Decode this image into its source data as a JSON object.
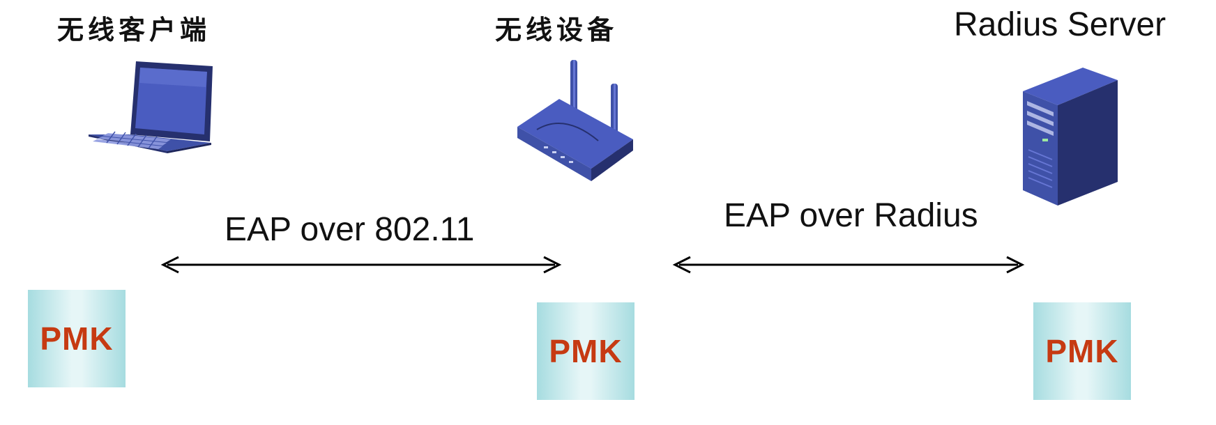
{
  "nodes": [
    {
      "id": "client",
      "label": "无线客户端",
      "icon": "laptop-icon"
    },
    {
      "id": "device",
      "label": "无线设备",
      "icon": "router-icon"
    },
    {
      "id": "server",
      "label": "Radius Server",
      "icon": "server-icon"
    }
  ],
  "links": [
    {
      "label": "EAP over 802.11"
    },
    {
      "label": "EAP over Radius"
    }
  ],
  "keys": [
    {
      "label": "PMK"
    },
    {
      "label": "PMK"
    },
    {
      "label": "PMK"
    }
  ],
  "colors": {
    "icon_fill": "#3f51a8",
    "icon_dark": "#26306e",
    "pmk_text": "#c63a12",
    "pmk_box": "#a6dce0"
  }
}
